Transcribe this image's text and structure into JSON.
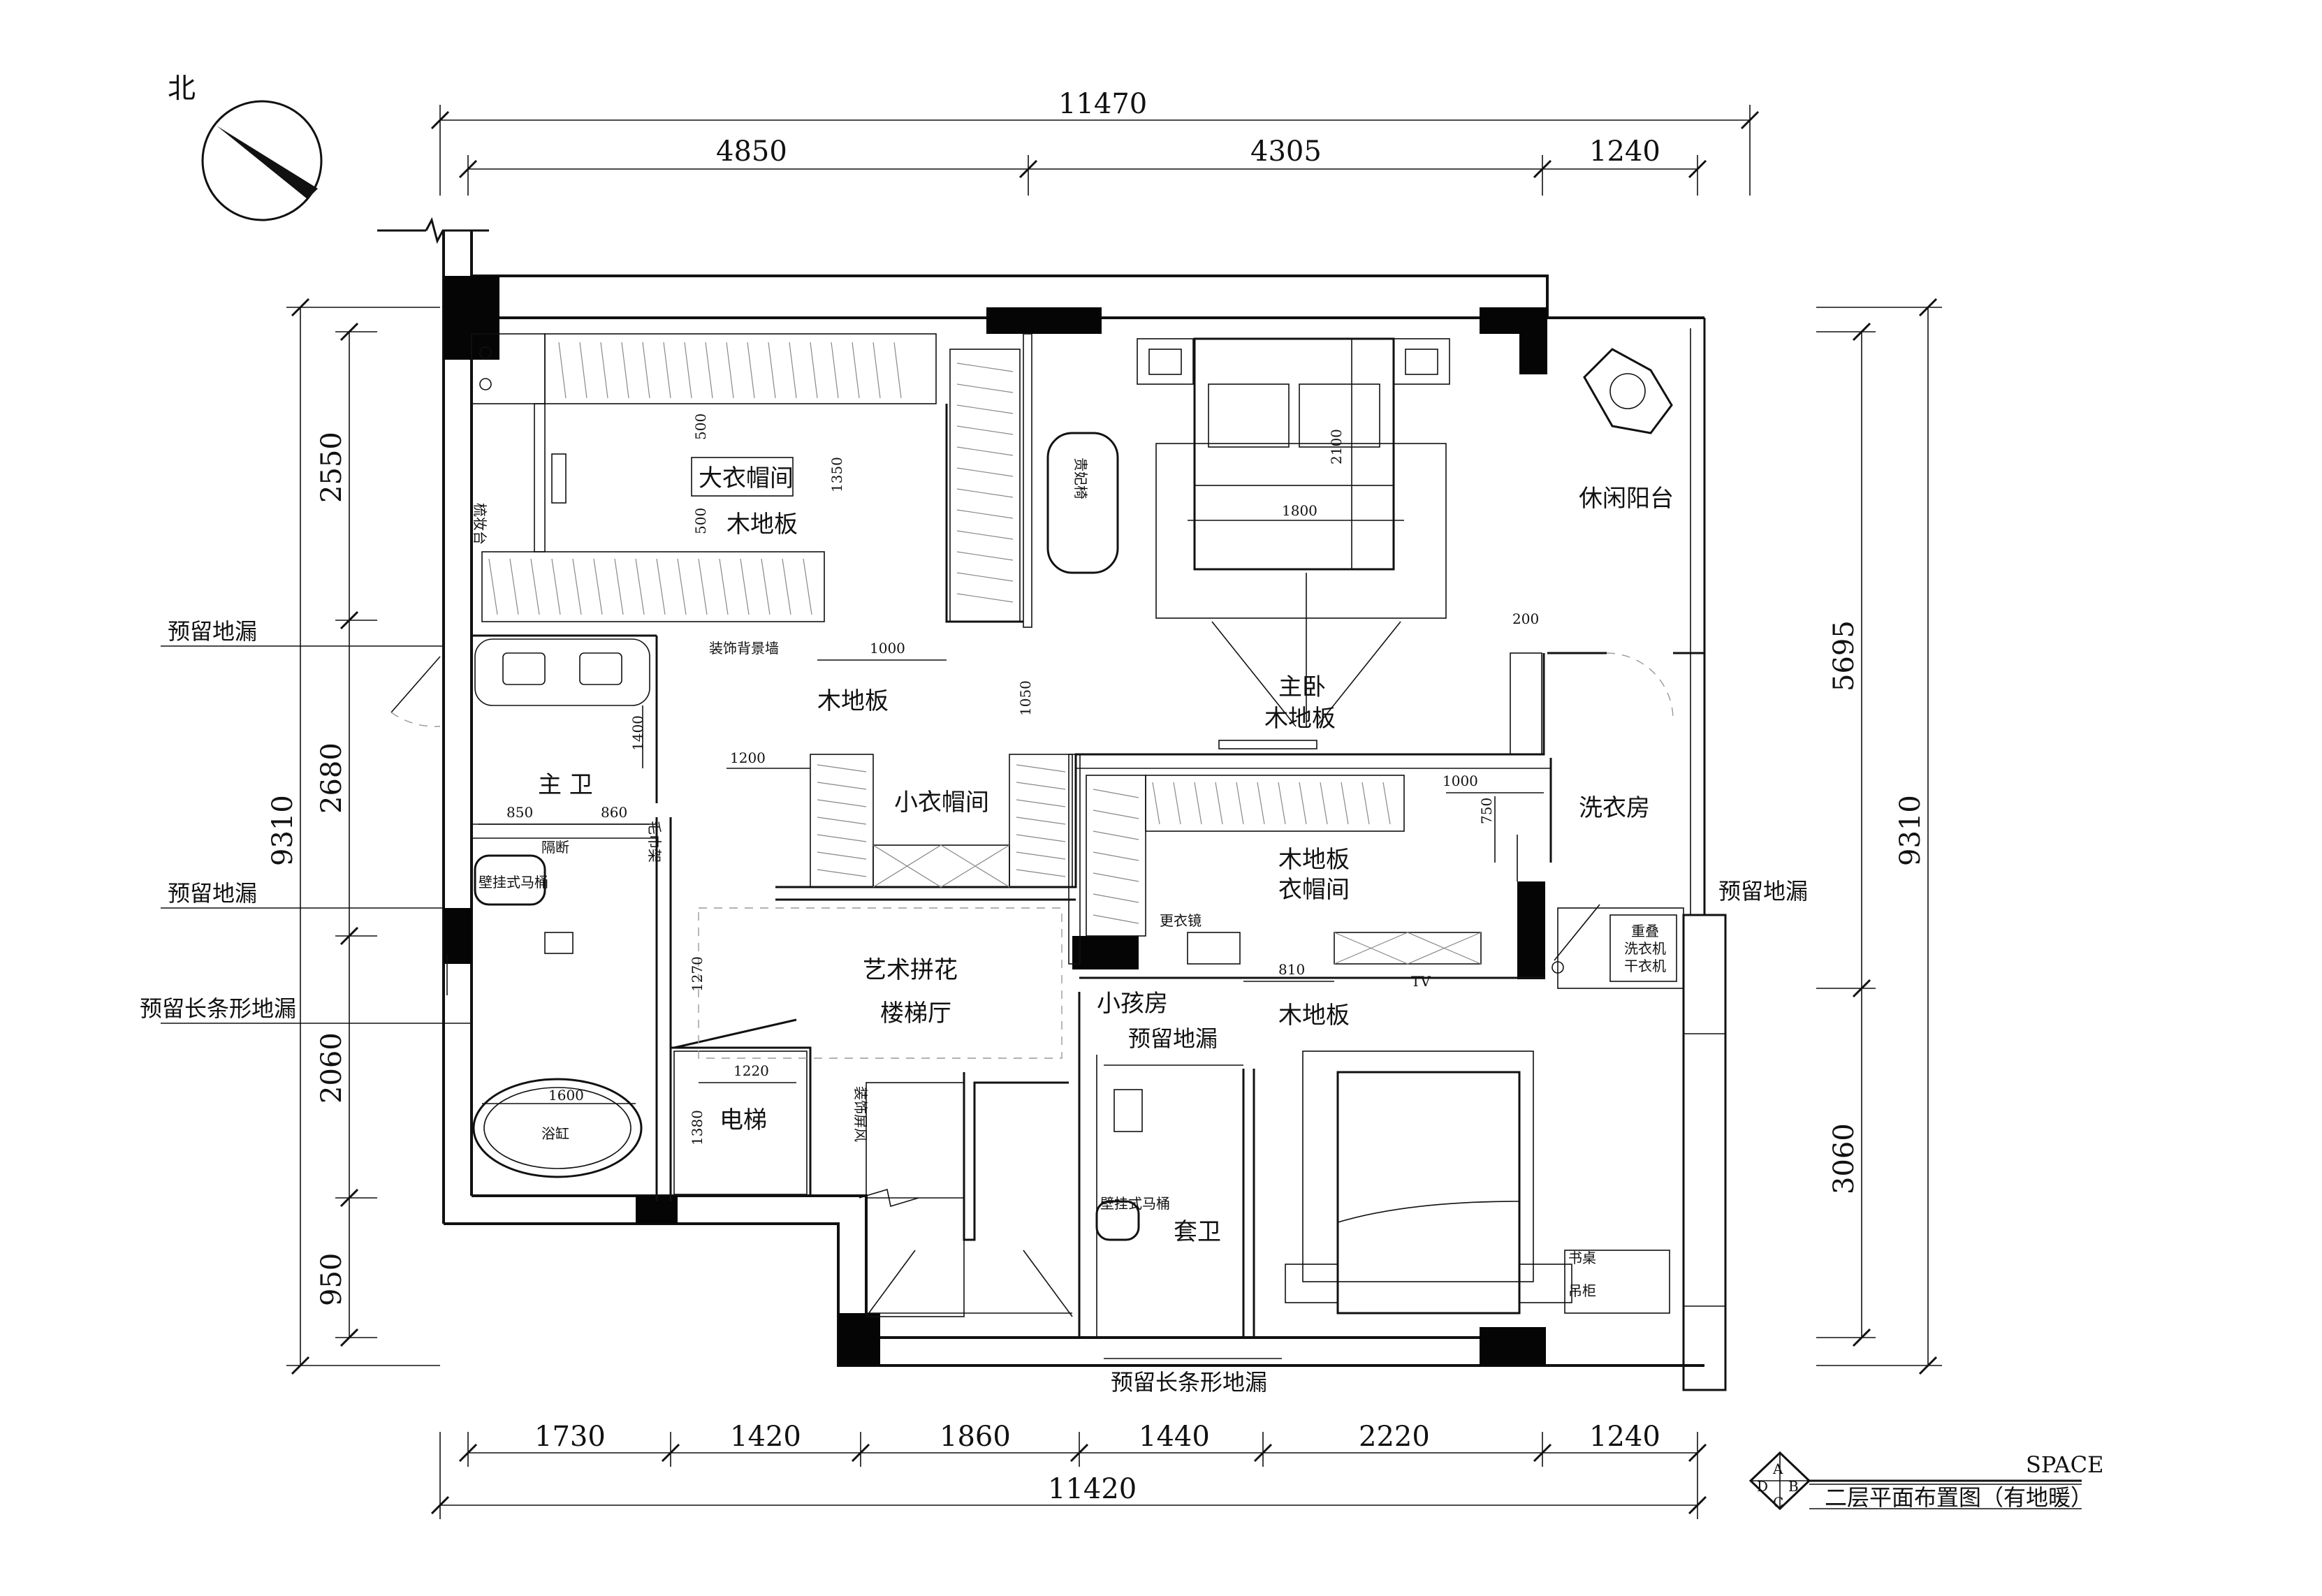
{
  "compass": {
    "label": "北"
  },
  "dimensions": {
    "top_total": "11470",
    "top_segments": [
      "4850",
      "4305",
      "1240"
    ],
    "bottom_segments": [
      "1730",
      "1420",
      "1860",
      "1440",
      "2220",
      "1240"
    ],
    "bottom_total": "11420",
    "left_total": "9310",
    "left_segments": [
      "2550",
      "2680",
      "2060",
      "950"
    ],
    "right_total": "9310",
    "right_segments": [
      "5695",
      "3060"
    ]
  },
  "rooms": {
    "big_closet": "大衣帽间",
    "wood_floor_closet": "木地板",
    "wood_floor_hall": "木地板",
    "small_closet": "小衣帽间",
    "master_bed_line1": "主卧",
    "master_bed_line2": "木地板",
    "balcony": "休闲阳台",
    "laundry": "洗衣房",
    "master_bath": "主 卫",
    "closet2_line1": "木地板",
    "closet2_line2": "衣帽间",
    "stair_hall_line1": "艺术拼花",
    "stair_hall_line2": "楼梯厅",
    "elevator": "电梯",
    "kid_room": "小孩房",
    "kid_wood_floor": "木地板",
    "suite_bath": "套卫"
  },
  "labels": {
    "floor_drain_1": "预留地漏",
    "floor_drain_2": "预留地漏",
    "floor_drain_strip_left": "预留长条形地漏",
    "floor_drain_laundry": "预留地漏",
    "floor_drain_suite": "预留地漏",
    "floor_drain_strip_bottom": "预留长条形地漏"
  },
  "small_labels": {
    "chaise": "贵妃椅",
    "vanity": "梳妆台",
    "feature_wall": "装饰背景墙",
    "toilet_master": "壁挂式马桶",
    "partition": "隔断",
    "towel_rack": "毛巾架",
    "dressing_mirror": "更衣镜",
    "tv": "TV",
    "washer_dryer_1": "重叠",
    "washer_dryer_2": "洗衣机",
    "washer_dryer_3": "干衣机",
    "tub": "浴缸",
    "screen": "装饰屏风",
    "toilet_suite": "壁挂式马桶",
    "desk": "书桌",
    "wardrobe": "吊柜"
  },
  "inner_dims": {
    "d500a": "500",
    "d500b": "500",
    "d1350": "1350",
    "d1000a": "1000",
    "d1050": "1050",
    "d1200": "1200",
    "d1400": "1400",
    "d850": "850",
    "d860": "860",
    "d2100": "2100",
    "d1800": "1800",
    "d200": "200",
    "d1000b": "1000",
    "d750": "750",
    "d810": "810",
    "d1270": "1270",
    "d1220": "1220",
    "d1380": "1380",
    "d1600": "1600"
  },
  "title_block": {
    "space": "SPACE",
    "title": "二层平面布置图（有地暖）",
    "marker_letters": [
      "A",
      "B",
      "C",
      "D"
    ]
  }
}
